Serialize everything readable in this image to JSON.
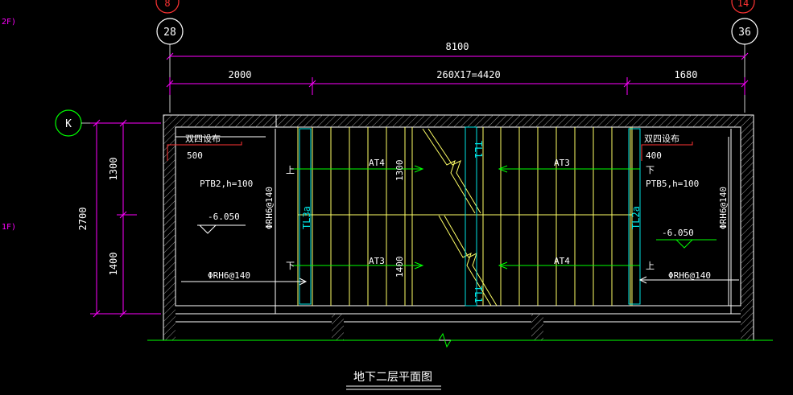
{
  "drawing": {
    "title": "地下二层平面图",
    "axes": {
      "top_left": "8",
      "top_right": "14",
      "left": "28",
      "right": "36",
      "row": "K"
    },
    "floor_marks": {
      "upper": "2F)",
      "lower": "1F)"
    },
    "dimensions": {
      "total": "8100",
      "left_seg": "2000",
      "mid_seg": "260X17=4420",
      "right_seg": "1680",
      "height_total": "2700",
      "height_top": "1300",
      "height_bottom": "1400"
    },
    "left_landing": {
      "note": "双四设布",
      "width": "500",
      "slab": "PTB2,h=100",
      "level": "-6.050",
      "rebar_h": "ΦRH6@140",
      "rebar_v": "ΦRH6@140",
      "beam": "TL3a"
    },
    "right_landing": {
      "note": "双四设布",
      "width": "400",
      "slab": "PTB5,h=100",
      "level": "-6.050",
      "rebar_h": "ΦRH6@140",
      "rebar_v": "ΦRH6@140",
      "beam": "TL2a"
    },
    "flights": {
      "upper_left": "AT4",
      "upper_right": "AT3",
      "lower_left": "AT3",
      "lower_right": "AT4",
      "upper_dim": "1300",
      "lower_dim": "1400"
    },
    "arrows": {
      "up": "上",
      "down": "下"
    },
    "beams": {
      "center_top": "TL1",
      "center_bottom": "TL1"
    },
    "colors": {
      "background": "#000000",
      "dimension": "#ff00ff",
      "wall": "#ffffff",
      "stair": "#ffff66",
      "arrow": "#00ff00",
      "beam": "#00e5e5",
      "axis": "#00ff00"
    }
  }
}
